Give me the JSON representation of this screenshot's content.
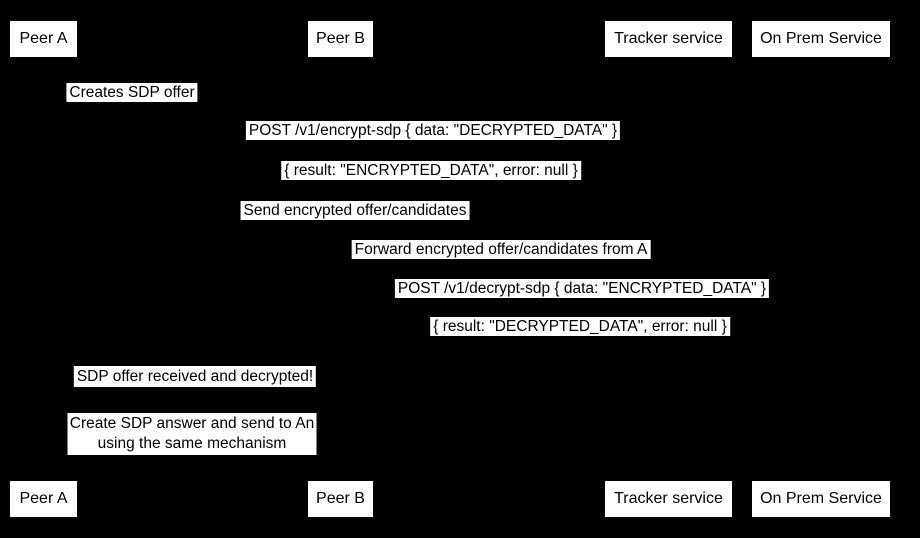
{
  "diagram": {
    "type": "sequence-diagram",
    "colors": {
      "background": "#000000",
      "label_background": "#ffffff",
      "text": "#000000"
    },
    "actors": [
      "Peer A",
      "Peer B",
      "Tracker service",
      "On Prem Service"
    ],
    "messages": [
      "Creates SDP offer",
      "POST /v1/encrypt-sdp { data: \"DECRYPTED_DATA\" }",
      "{ result: \"ENCRYPTED_DATA\", error: null }",
      "Send encrypted offer/candidates",
      "Forward encrypted offer/candidates from A",
      "POST /v1/decrypt-sdp { data: \"ENCRYPTED_DATA\" }",
      "{ result: \"DECRYPTED_DATA\", error: null }",
      "SDP offer received and decrypted!"
    ],
    "note": "Create SDP answer and send to An\nusing the same mechanism"
  }
}
